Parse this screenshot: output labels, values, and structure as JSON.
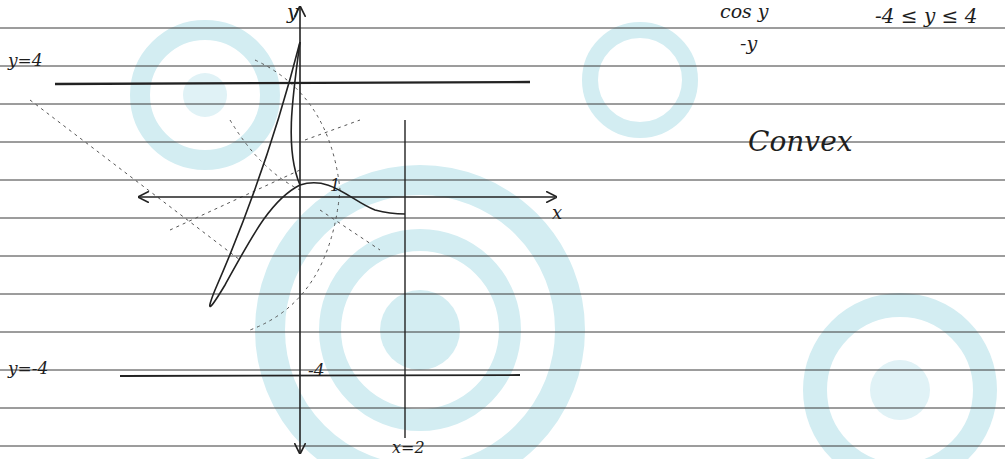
{
  "diagram": {
    "labels": [
      "y",
      "cos y",
      "-y",
      "-4 ≤ y ≤ 4",
      "y=4",
      "Convex",
      "1",
      "x",
      "y=-4",
      "-4",
      "x=2"
    ]
  }
}
